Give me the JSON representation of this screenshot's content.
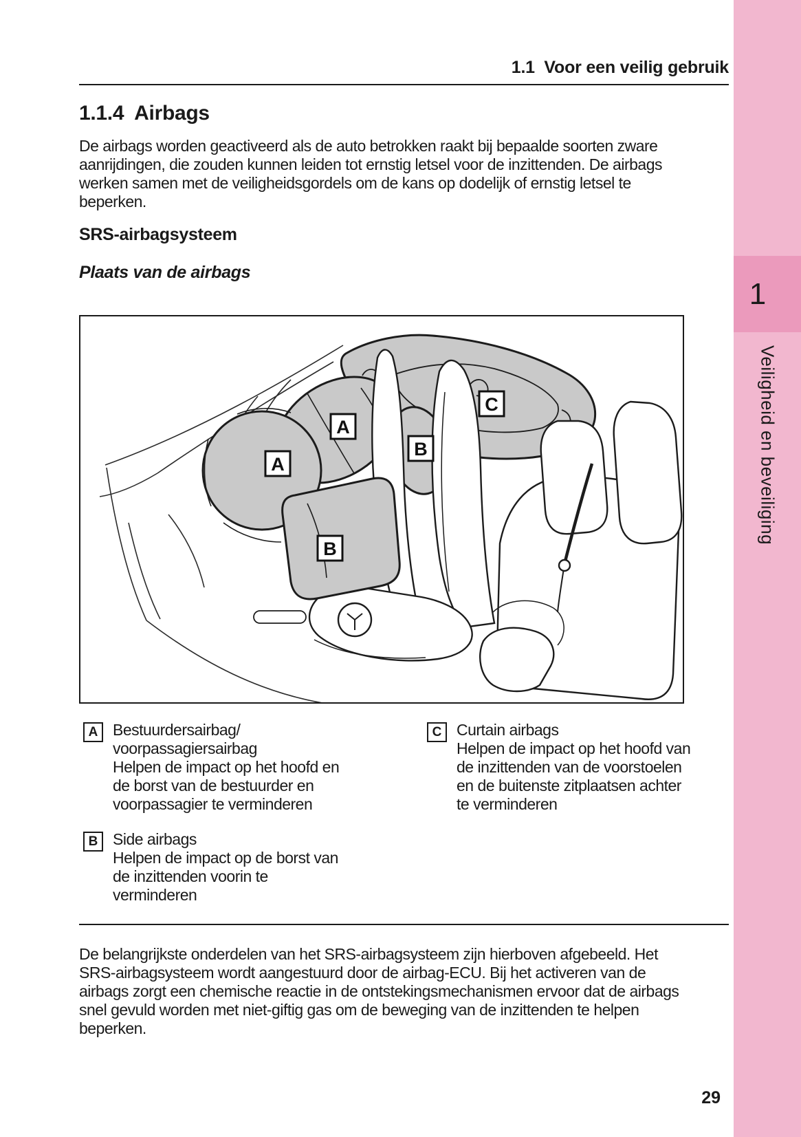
{
  "page": {
    "running_header": "1.1  Voor een veilig gebruik",
    "page_number": "29"
  },
  "sidebar": {
    "chapter_number": "1",
    "tab_label": "Veiligheid en beveiliging",
    "strip_color": "#F2B7CF",
    "tab_color": "#EB9ABC"
  },
  "article": {
    "title": "1.1.4  Airbags",
    "intro": "De airbags worden geactiveerd als de auto betrokken raakt bij bepaalde soorten zware aanrijdingen, die zouden kunnen leiden tot ernstig letsel voor de inzittenden. De airbags werken samen met de veiligheidsgordels om de kans op dodelijk of ernstig letsel te beperken.",
    "section_heading": "SRS-airbagsysteem",
    "subsection_heading": "Plaats van de airbags",
    "figure": {
      "labels": {
        "driver": "A",
        "passenger": "A",
        "side_upper": "B",
        "side_lower": "B",
        "curtain": "C"
      }
    },
    "legend": [
      {
        "key": "A",
        "title": "Bestuurdersairbag/\nvoorpassagiersairbag",
        "description": "Helpen de impact op het hoofd en de borst van de bestuurder en voorpassagier te verminderen"
      },
      {
        "key": "B",
        "title": "Side airbags",
        "description": "Helpen de impact op de borst van de inzittenden voorin te verminderen"
      },
      {
        "key": "C",
        "title": "Curtain airbags",
        "description": "Helpen de impact op het hoofd van de inzittenden van de voorstoelen en de buitenste zitplaatsen achter te verminderen"
      }
    ],
    "outro": "De belangrijkste onderdelen van het SRS-airbagsysteem zijn hierboven afgebeeld. Het SRS-airbagsysteem wordt aangestuurd door de airbag-ECU. Bij het activeren van de airbags zorgt een chemische reactie in de ontstekingsmechanismen ervoor dat de airbags snel gevuld worden met niet-giftig gas om de beweging van de inzittenden te helpen beperken."
  }
}
